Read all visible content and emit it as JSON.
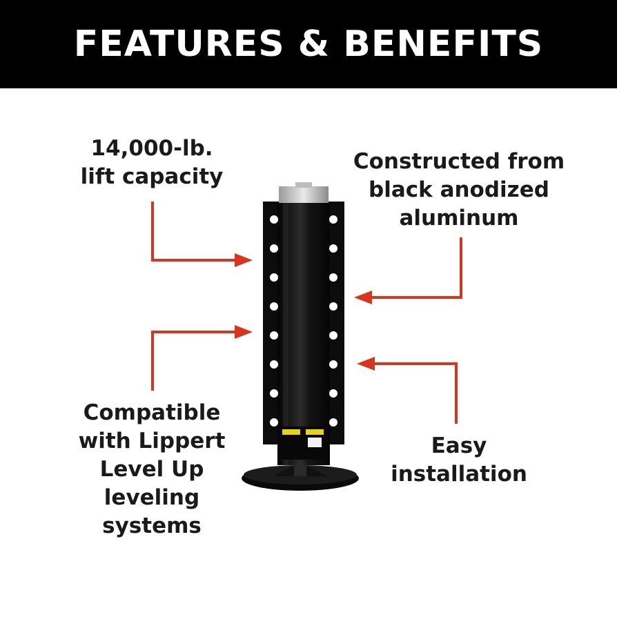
{
  "banner": {
    "title": "FEATURES & BENEFITS"
  },
  "colors": {
    "banner_bg": "#000000",
    "banner_text": "#ffffff",
    "arrow": "#d6361f",
    "jack": "#111111"
  },
  "callouts": {
    "capacity": {
      "lines": [
        "14,000-lb.",
        "lift capacity"
      ]
    },
    "material": {
      "lines": [
        "Constructed from",
        "black anodized",
        "aluminum"
      ]
    },
    "compat": {
      "lines": [
        "Compatible",
        "with Lippert",
        "Level Up",
        "leveling",
        "systems"
      ]
    },
    "install": {
      "lines": [
        "Easy",
        "installation"
      ]
    }
  },
  "product": {
    "image": "stabilizer-jack-photo"
  }
}
